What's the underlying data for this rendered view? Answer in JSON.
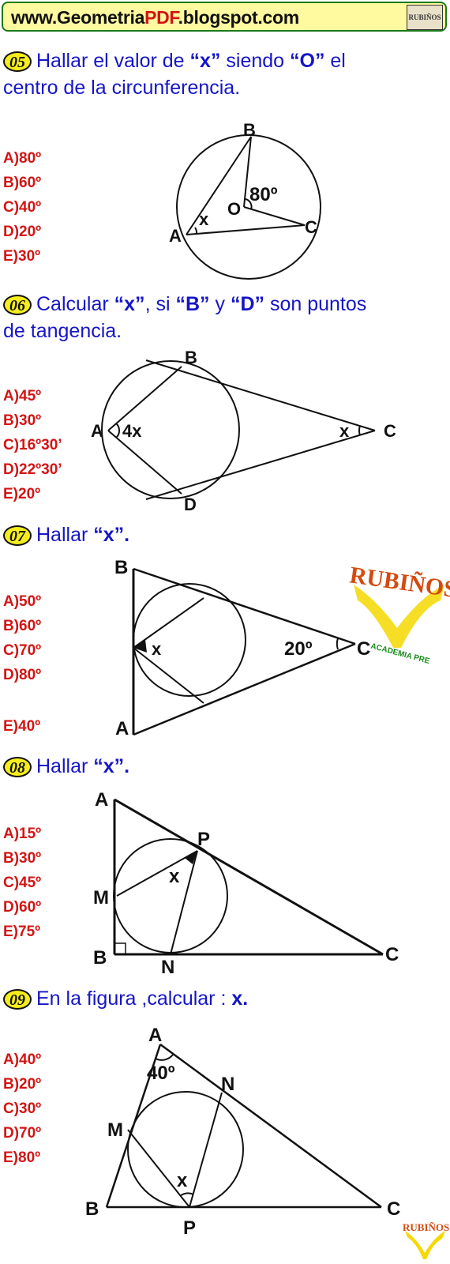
{
  "header": {
    "site_prefix": "www.Geometria",
    "site_accent": "PDF",
    "site_suffix": ".blogspot.com",
    "logo_text": "RUBIÑOS"
  },
  "problems": [
    {
      "number": "05",
      "line1_a": "Hallar el valor de ",
      "q1": "“x”",
      "line1_b": " siendo ",
      "q2": "“O”",
      "line1_c": " el",
      "line2": "centro de la circunferencia.",
      "options": [
        "A)80º",
        "B)60º",
        "C)40º",
        "D)20º",
        "E)30º"
      ],
      "labels": {
        "B": "B",
        "O": "O",
        "angle": "80º",
        "x": "x",
        "A": "A",
        "C": "C"
      }
    },
    {
      "number": "06",
      "t_a": "Calcular ",
      "q1": "“x”",
      "t_b": ", si ",
      "q2": "“B”",
      "t_c": " y ",
      "q3": "“D”",
      "t_d": " son puntos",
      "line2": "de tangencia.",
      "options": [
        "A)45º",
        "B)30º",
        "C)16º30’",
        "D)22º30’",
        "E)20º"
      ],
      "labels": {
        "B": "B",
        "A": "A",
        "angle": "4x",
        "x": "x",
        "C": "C",
        "D": "D"
      }
    },
    {
      "number": "07",
      "t_a": "Hallar  ",
      "q1": "“x”.",
      "options": [
        "A)50º",
        "B)60º",
        "C)70º",
        "D)80º",
        "E)40º"
      ],
      "labels": {
        "B": "B",
        "x": "x",
        "angle": "20º",
        "C": "C",
        "A": "A"
      }
    },
    {
      "number": "08",
      "t_a": "Hallar ",
      "q1": "“x”.",
      "options": [
        "A)15º",
        "B)30º",
        "C)45º",
        "D)60º",
        "E)75º"
      ],
      "labels": {
        "A": "A",
        "P": "P",
        "x": "x",
        "M": "M",
        "B": "B",
        "N": "N",
        "C": "C"
      }
    },
    {
      "number": "09",
      "t_a": "En la figura ,calcular : ",
      "q1": "x.",
      "options": [
        "A)40º",
        "B)20º",
        "C)30º",
        "D)70º",
        "E)80º"
      ],
      "labels": {
        "A": "A",
        "angle": "40º",
        "N": "N",
        "M": "M",
        "x": "x",
        "B": "B",
        "P": "P",
        "C": "C"
      }
    }
  ],
  "watermark": {
    "title": "RUBIÑOS",
    "subtitle": "ACADEMIA PRE"
  },
  "footer_logo": {
    "text": "RUBIÑOS"
  }
}
